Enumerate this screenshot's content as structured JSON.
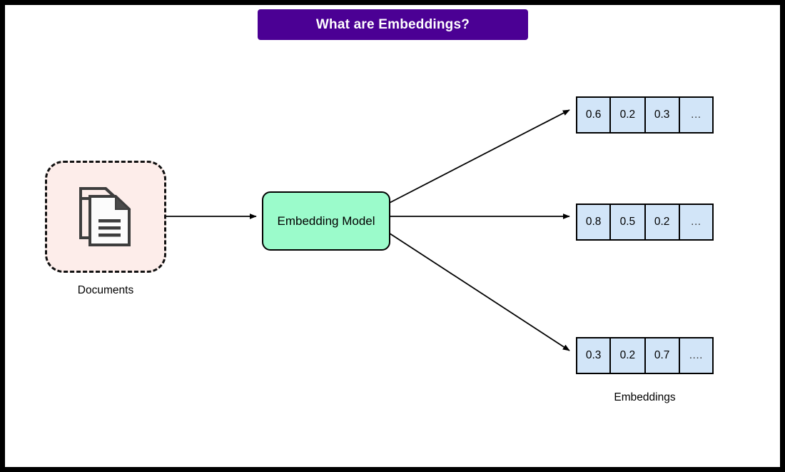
{
  "page": {
    "background_color": "#ffffff",
    "frame_color": "#000000"
  },
  "title": {
    "text": "What are Embeddings?",
    "background_color": "#4B0094",
    "text_color": "#ffffff"
  },
  "diagram": {
    "type": "flow-diagram",
    "nodes": [
      {
        "id": "documents",
        "label": "Documents",
        "icon": "documents-stack-icon",
        "shape": "rounded-rectangle",
        "border_style": "dashed",
        "fill_color": "#FDEDEA",
        "border_color": "#111111"
      },
      {
        "id": "embedding-model",
        "label": "Embedding Model",
        "shape": "rounded-rectangle",
        "border_style": "solid",
        "fill_color": "#9BFBCB",
        "border_color": "#000000"
      },
      {
        "id": "embeddings",
        "label": "Embeddings",
        "shape": "vector-grid",
        "fill_color": "#D2E5F8",
        "border_color": "#000000"
      }
    ],
    "edges": [
      {
        "from": "documents",
        "to": "embedding-model",
        "style": "solid",
        "arrowhead": true
      },
      {
        "from": "embedding-model",
        "to": "embedding-vector-0",
        "style": "solid",
        "arrowhead": true
      },
      {
        "from": "embedding-model",
        "to": "embedding-vector-1",
        "style": "solid",
        "arrowhead": true
      },
      {
        "from": "embedding-model",
        "to": "embedding-vector-2",
        "style": "solid",
        "arrowhead": true
      }
    ]
  },
  "documents_node": {
    "label": "Documents"
  },
  "model_node": {
    "label": "Embedding Model"
  },
  "embeddings": {
    "label": "Embeddings",
    "vectors": [
      {
        "cells": [
          "0.6",
          "0.2",
          "0.3",
          "..."
        ]
      },
      {
        "cells": [
          "0.8",
          "0.5",
          "0.2",
          "..."
        ]
      },
      {
        "cells": [
          "0.3",
          "0.2",
          "0.7",
          "...."
        ]
      }
    ]
  }
}
